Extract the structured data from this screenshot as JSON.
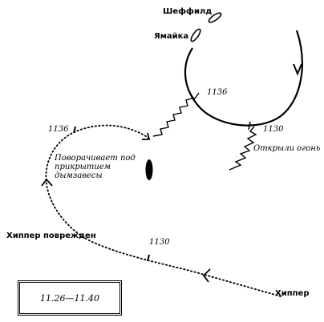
{
  "ships": {
    "sheffield": "Шеффилд",
    "jamaica": "Ямайка",
    "hipper_start": "Хиппер",
    "hipper_damaged": "Хиппер поврежден"
  },
  "notes": {
    "opened_fire": "Открыли огонь",
    "turns_away": "Поворачивает под прикрытием дымзавесы"
  },
  "times": {
    "british_1136": "1136",
    "british_1130": "1130",
    "hipper_1136": "1136",
    "hipper_1130": "1130"
  },
  "time_range": "11.26—11.40"
}
